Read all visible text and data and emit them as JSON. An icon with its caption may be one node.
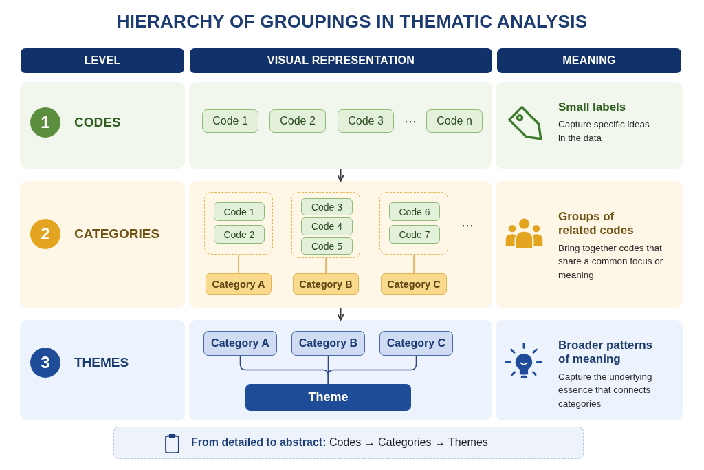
{
  "diagram": {
    "title": "HIERARCHY OF GROUPINGS IN THEMATIC ANALYSIS",
    "nodes": [
      {
        "text": [
          "LEVEL"
        ]
      },
      {
        "text": [
          "VISUAL REPRESENTATION"
        ]
      },
      {
        "text": [
          "MEANING"
        ]
      },
      {
        "text": [
          "CODES"
        ]
      },
      {
        "text": [
          "1"
        ],
        "in": 3
      },
      {
        "text": [],
        "shape": "box"
      },
      {
        "text": [
          "Code 1"
        ],
        "in": 5
      },
      {
        "text": [
          "Code 2"
        ],
        "in": 5
      },
      {
        "text": [
          "Code 3"
        ],
        "in": 5
      },
      {
        "text": [
          "Code n"
        ],
        "in": 5
      },
      {
        "text": [
          "Small labels",
          "Capture specific ideas in the data"
        ]
      },
      {
        "text": [
          "CATEGORIES"
        ]
      },
      {
        "text": [
          "2"
        ],
        "in": 11
      },
      {
        "text": [],
        "shape": "box"
      },
      {
        "text": [],
        "shape": "box",
        "in": 13
      },
      {
        "text": [
          "Code 1"
        ],
        "in": 14
      },
      {
        "text": [
          "Code 2"
        ],
        "in": 14
      },
      {
        "text": [],
        "shape": "box",
        "in": 13
      },
      {
        "text": [
          "Code 3"
        ],
        "in": 17
      },
      {
        "text": [
          "Code 4"
        ],
        "in": 17
      },
      {
        "text": [
          "Code 5"
        ],
        "in": 17
      },
      {
        "text": [],
        "shape": "box",
        "in": 13
      },
      {
        "text": [
          "Code 6"
        ],
        "in": 21
      },
      {
        "text": [
          "Code 7"
        ],
        "in": 21
      },
      {
        "text": [
          "Category A"
        ],
        "in": 13
      },
      {
        "text": [
          "Category B"
        ],
        "in": 13
      },
      {
        "text": [
          "Category C"
        ],
        "in": 13
      },
      {
        "text": [
          "Groups of related codes",
          "Bring together codes that share a common focus or meaning"
        ]
      },
      {
        "text": [
          "THEMES"
        ]
      },
      {
        "text": [
          "3"
        ],
        "in": 28
      },
      {
        "text": [],
        "shape": "box"
      },
      {
        "text": [
          "Category A"
        ],
        "in": 30
      },
      {
        "text": [
          "Category B"
        ],
        "in": 30
      },
      {
        "text": [
          "Category C"
        ],
        "in": 30
      },
      {
        "text": [
          "Theme"
        ],
        "in": 30
      },
      {
        "text": [
          "Broader patterns of meaning",
          "Capture the underlying essence that connects categories"
        ]
      },
      {
        "text": [
          "**From detailed to abstract:** Codes → Categories → Themes"
        ]
      }
    ],
    "edges": [
      {
        "from": 5,
        "to": 13,
        "arrow": "to",
        "color": "#3a3a3a"
      },
      {
        "from": 13,
        "to": 30,
        "arrow": "to",
        "color": "#3a3a3a"
      },
      {
        "from": 14,
        "to": 24,
        "arrow": "none",
        "color": "#e2a94a"
      },
      {
        "from": 17,
        "to": 25,
        "arrow": "none",
        "color": "#e2a94a"
      },
      {
        "from": 21,
        "to": 26,
        "arrow": "none",
        "color": "#e2a94a"
      },
      {
        "from": 31,
        "to": 34,
        "arrow": "none",
        "color": "#2b4a86"
      },
      {
        "from": 32,
        "to": 34,
        "arrow": "none",
        "color": "#2b4a86"
      },
      {
        "from": 33,
        "to": 34,
        "arrow": "none",
        "color": "#2b4a86"
      }
    ],
    "labels": [
      "⋯",
      "⋯"
    ]
  }
}
